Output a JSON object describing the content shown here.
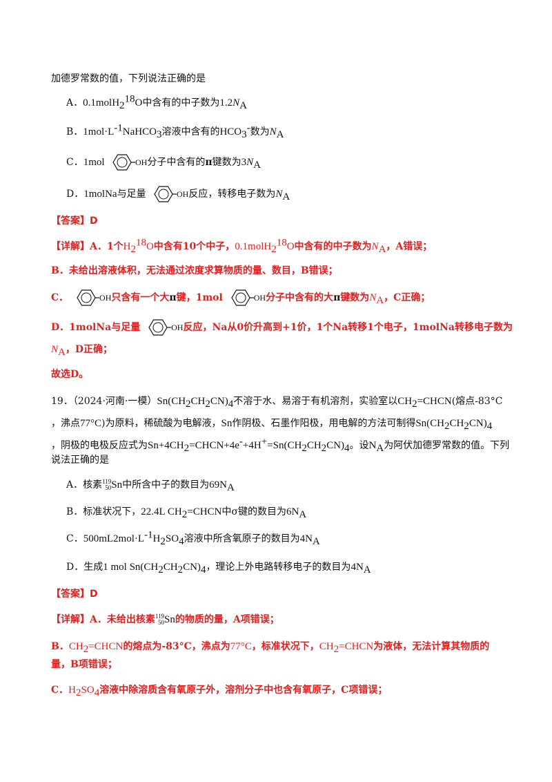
{
  "intro_18": "加德罗常数的值，下列说法正确的是",
  "q18_options": {
    "A": {
      "letter": "A．",
      "pre": "0.1molH",
      "sub": "2",
      "sup": "18",
      "mid": "O",
      "text": "中含有的中子数为",
      "val": "1.2",
      "N": "N",
      "NA": "A"
    },
    "B": {
      "letter": "B．",
      "pre": "1mol·L",
      "sup1": "-1",
      "mid": "NaHCO",
      "sub3": "3",
      "text": "溶液中含有的",
      "hco": "HCO",
      "sub3b": "3",
      "supneg": "-",
      "text2": "数为",
      "N": "N",
      "NA": "A"
    },
    "C": {
      "letter": "C．",
      "pre": "1mol",
      "oh": "OH",
      "text": "分子中含有的",
      "pi": "π",
      "text2": "键数为",
      "val": "3",
      "N": "N",
      "NA": "A"
    },
    "D": {
      "letter": "D．",
      "pre": "1molNa",
      "text": "与足量",
      "oh": "OH",
      "text2": "反应，转移电子数为",
      "N": "N",
      "NA": "A"
    }
  },
  "answer_18": {
    "tag": "【答案】",
    "value": "D"
  },
  "explain_18": {
    "tag": "【详解】",
    "a1": "A．1个",
    "a_h": "H",
    "a_sub": "2",
    "a_sup": "18",
    "a_o": "O",
    "a2": "中含有10个中子，",
    "a_mol": "0.1molH",
    "a_sub2": "2",
    "a_sup2": "18",
    "a_o2": "O",
    "a3": "中含有的中子数为",
    "a_N": "N",
    "a_NA": "A",
    "a4": "，A错误；",
    "b": "B．未给出溶液体积，无法通过浓度求算物质的量、数目，B错误；",
    "c_letter": "C．",
    "c_oh": "OH",
    "c1": "只含有一个大",
    "c_pi": "π",
    "c2": "键，1mol",
    "c_oh2": "OH",
    "c3": "分子中含有的大",
    "c_pi2": "π",
    "c4": "键数为",
    "c_N": "N",
    "c_NA": "A",
    "c5": "，C正确；",
    "d1": "D．1molNa与足量",
    "d_oh": "OH",
    "d2": "反应，Na从0价升高到+1价，1个Na转移1个电子，1molNa转移电子数为",
    "d_N": "N",
    "d_NA": "A",
    "d3": "，D正确；",
    "end": "故选D。"
  },
  "q19": {
    "num": "19．",
    "src": "（2024·河南·一模）",
    "sn": "Sn(CH",
    "sn_sub1": "2",
    "sn_mid": "CH",
    "sn_sub2": "2",
    "sn_cn": "CN)",
    "sn_sub4": "4",
    "t1": "不溶于水、易溶于有机溶剂，实验室以",
    "acn": "CH",
    "acn_sub": "2",
    "acn2": "=CHCN",
    "t2": "(熔点-83°C",
    "line2a": "，沸点",
    "temp": "77°C",
    "line2b": ")为原料，稀硫酸为电解液，",
    "line2_sn": "Sn",
    "line2c": "作阴极、石墨作阳极，用电解的方法可制得",
    "line2_prod": "Sn(CH",
    "line2_sub1": "2",
    "line2_ch": "CH",
    "line2_sub2": "2",
    "line2_cn": "CN)",
    "line2_sub4": "4",
    "line3a": "，阴极的电极反应式为",
    "eq1": "Sn+4CH",
    "eq_sub": "2",
    "eq2": "=CHCN+4e",
    "eq_sup": "-",
    "eq3": "+4H",
    "eq_sup2": "+",
    "eq4": "=Sn(CH",
    "eq_sub3": "2",
    "eq5": "CH",
    "eq_sub4": "2",
    "eq6": "CN)",
    "eq_sub5": "4",
    "line3b": "。设",
    "line3_N": "N",
    "line3_NA": "A",
    "line3c": "为阿伏加德罗常数的值。下列",
    "line4": "说法正确的是"
  },
  "q19_options": {
    "A": {
      "letter": "A．",
      "t1": "核素",
      "sup": "119",
      "sub": "50",
      "sn": "Sn",
      "t2": "中所含中子的数目为",
      "val": "69N",
      "NA": "A"
    },
    "B": {
      "letter": "B．",
      "t1": "标准状况下，",
      "vol": "22.4L CH",
      "sub": "2",
      "mid": "=CHCN",
      "t2": "中σ键的数目为",
      "val": "6N",
      "NA": "A"
    },
    "C": {
      "letter": "C．",
      "pre": "500mL2mol·L",
      "sup": "-1",
      "h": "H",
      "sub2": "2",
      "so": "SO",
      "sub4": "4",
      "t2": "溶液中所含氧原子的数目为",
      "val": "4N",
      "NA": "A"
    },
    "D": {
      "letter": "D．",
      "t1": "生成",
      "mol": "1 mol Sn(CH",
      "sub1": "2",
      "ch": "CH",
      "sub2": "2",
      "cn": "CN)",
      "sub4": "4",
      "t2": "，理论上外电路转移电子的数目为",
      "val": "4N",
      "NA": "A"
    }
  },
  "answer_19": {
    "tag": "【答案】",
    "value": "D"
  },
  "explain_19": {
    "tag": "【详解】",
    "a1": "A．未给出核素",
    "a_sup": "119",
    "a_sub": "50",
    "a_sn": "Sn",
    "a2": "的物质的量，A项错误；",
    "b_letter": "B．",
    "b_ch": "CH",
    "b_sub": "2",
    "b_acn": "=CHCN",
    "b1": "的熔点为-83°C，沸点为",
    "b_temp": "77°C",
    "b2": "，标准状况下，",
    "b_ch2": "CH",
    "b_sub2": "2",
    "b_acn2": "=CHCN",
    "b3": "为液体，无法计算其物质的",
    "b4": "量，B项错误；",
    "c_letter": "C．",
    "c_h": "H",
    "c_sub": "2",
    "c_so": "SO",
    "c_sub4": "4",
    "c1": "溶液中除溶质含有氧原子外，溶剂分子中也含有氧原子，C项错误；"
  }
}
